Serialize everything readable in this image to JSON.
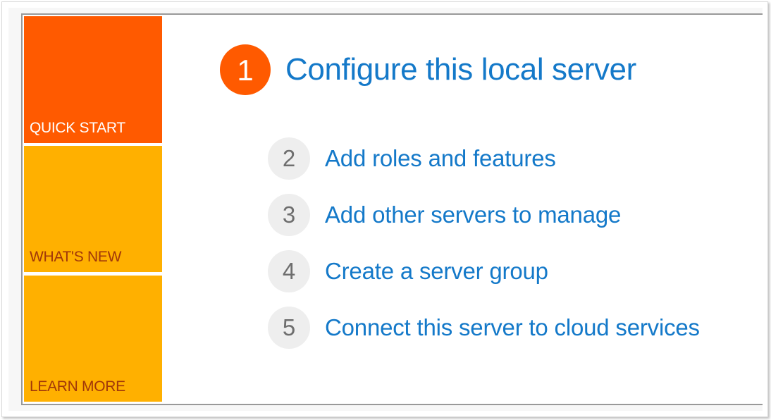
{
  "colors": {
    "quick_start_tile": "#ff5a00",
    "secondary_tile": "#ffb000",
    "quick_start_text": "#ffffff",
    "secondary_tile_text": "#a0370a",
    "primary_circle": "#ff5a00",
    "step_circle": "#eeeeee",
    "step_number": "#6e6e6e",
    "link_blue": "#1479c9"
  },
  "sidebar": {
    "tiles": [
      {
        "label": "QUICK START"
      },
      {
        "label": "WHAT'S NEW"
      },
      {
        "label": "LEARN MORE"
      }
    ]
  },
  "steps": {
    "primary": {
      "number": "1",
      "label": "Configure this local server"
    },
    "items": [
      {
        "number": "2",
        "label": "Add roles and features"
      },
      {
        "number": "3",
        "label": "Add other servers to manage"
      },
      {
        "number": "4",
        "label": "Create a server group"
      },
      {
        "number": "5",
        "label": "Connect this server to cloud services"
      }
    ]
  }
}
